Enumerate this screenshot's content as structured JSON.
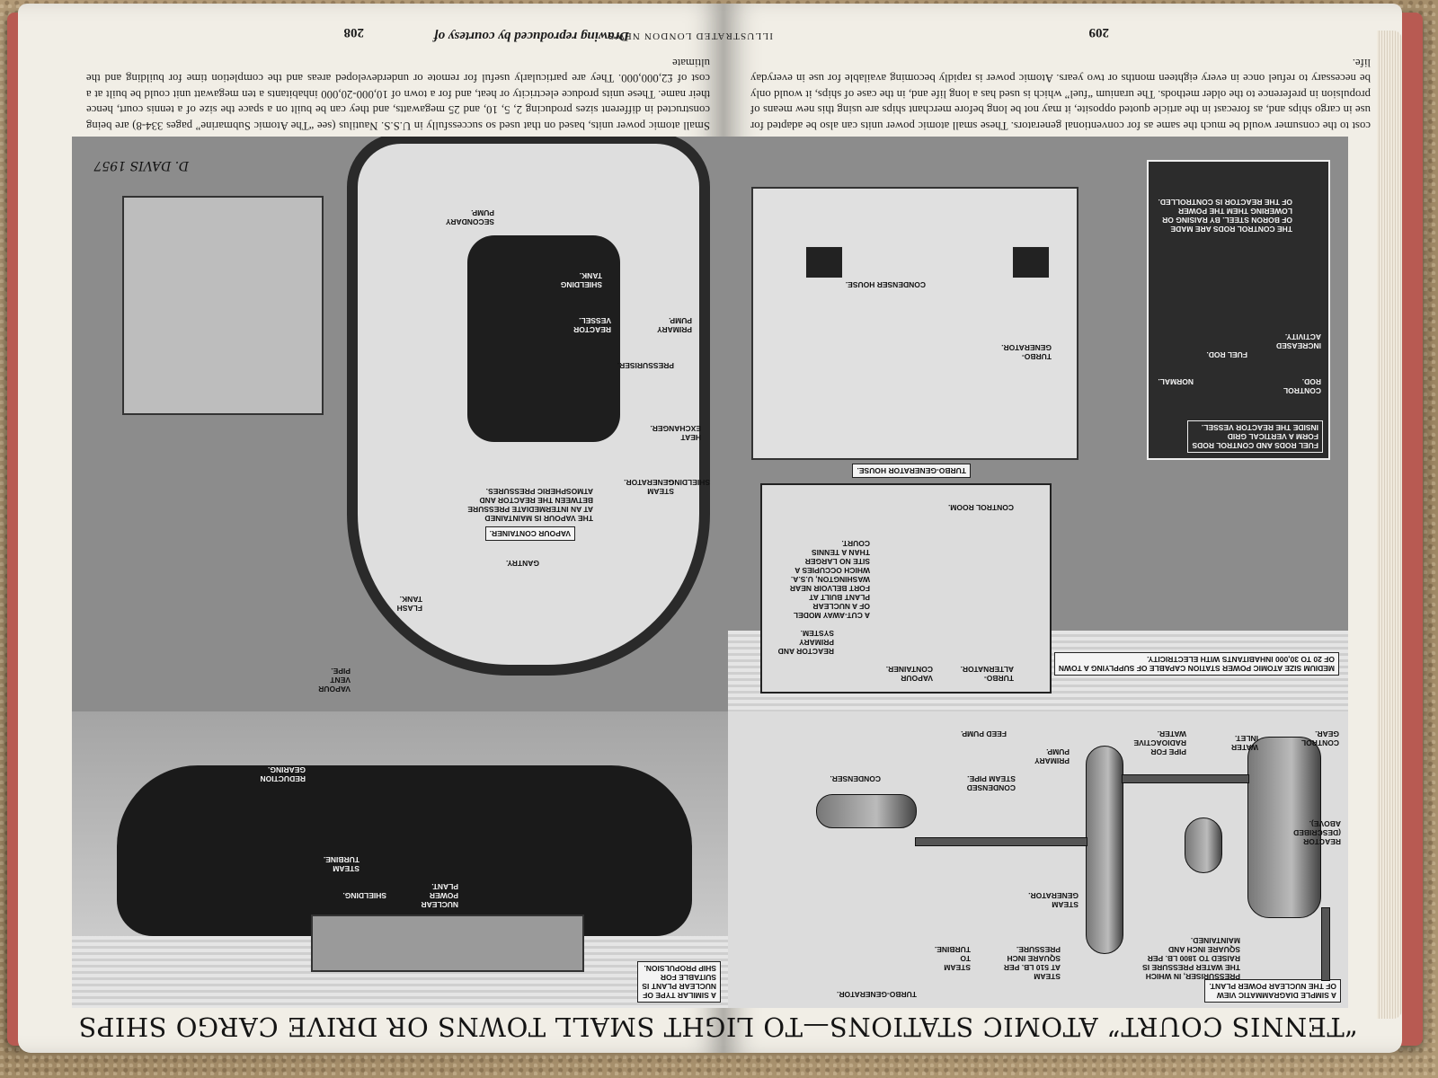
{
  "book": {
    "title_line": "“TENNIS COURT” ATOMIC STATIONS—TO LIGHT SMALL TOWNS OR DRIVE CARGO SHIPS",
    "page_left_number": "209",
    "page_right_number": "208",
    "running_head": "ILLUSTRATED LONDON NEWS",
    "credit": "Drawing reproduced by courtesy of"
  },
  "text": {
    "para_left": "cost to the consumer would be much the same as for conventional generators. These small atomic power units can also be adapted for use in cargo ships and, as forecast in the article quoted opposite, it may not be long before merchant ships are using this new means of propulsion in preference to the older methods. The uranium “fuel” which is used has a long life and, in the case of ships, it would only be necessary to refuel once in every eighteen months or two years. Atomic power is rapidly becoming available for use in everyday life.",
    "para_right": "Small atomic power units, based on that used so successfully in U.S.S. Nautilus (see “The Atomic Submarine” pages 334-8) are being constructed in different sizes producing 2, 5, 10, and 25 megawatts, and they can be built on a space the size of a tennis court, hence their name. These units produce electricity or heat, and for a town of 10,000-20,000 inhabitants a ten megawatt unit could be built at a cost of £2,000,000. They are particularly useful for remote or underdeveloped areas and the completion time for building and the ultimate"
  },
  "labels": {
    "ship_propulsion": "A SIMILAR TYPE OF\nNUCLEAR PLANT IS\nSUITABLE FOR\nSHIP PROPULSION.",
    "nuclear_power_plant": "NUCLEAR\nPOWER\nPLANT.",
    "steam_turbine": "STEAM\nTURBINE.",
    "shielding_ship": "SHIELDING.",
    "reduction_gearing": "REDUCTION\nGEARING.",
    "vapour_vent_pipe": "VAPOUR\nVENT\nPIPE.",
    "flash_tank": "FLASH\nTANK.",
    "gantry": "GANTRY.",
    "vapour_container": "VAPOUR CONTAINER.",
    "vapour_container_desc": "THE VAPOUR IS MAINTAINED\nAT AN INTERMEDIATE PRESSURE\nBETWEEN THE REACTOR AND\nATMOSPHERIC PRESSURES.",
    "steam_generator": "STEAM\nGENERATOR.",
    "heat_exchanger": "HEAT\nEXCHANGER.",
    "pressuriser": "PRESSURISER.",
    "reactor_vessel": "REACTOR\nVESSEL.",
    "shielding_tank": "SHIELDING\nTANK.",
    "primary_pump": "PRIMARY\nPUMP.",
    "secondary_pump": "SECONDARY\nPUMP.",
    "shielding": "SHIELDING.",
    "diagram_title": "A SIMPLE DIAGRAMMATIC VIEW\nOF THE NUCLEAR POWER PLANT.",
    "pressuriser_note": "PRESSURISER, IN WHICH\nTHE WATER PRESSURE IS\nRAISED TO 1800 LB. PER\nSQUARE INCH AND\nMAINTAINED.",
    "steam_510": "STEAM\nAT 510 LB. PER\nSQUARE INCH\nPRESSURE.",
    "steam_to_turbine": "STEAM\nTO\nTURBINE.",
    "turbo_generator_diag": "TURBO-GENERATOR.",
    "condenser": "CONDENSER.",
    "condensed_steam_pipe": "CONDENSED\nSTEAM PIPE.",
    "feed_pump": "FEED PUMP.",
    "steam_generator_diag": "STEAM\nGENERATOR.",
    "primary_pump_diag": "PRIMARY\nPUMP.",
    "pipe_for_radioactive": "PIPE FOR\nRADIOACTIVE\nWATER.",
    "water_inlet": "WATER\nINLET.",
    "control_gear": "CONTROL\nGEAR.",
    "reactor_label": "REACTOR\n(DESCRIBED\nABOVE).",
    "medium_size": "MEDIUM SIZE ATOMIC POWER STATION CAPABLE OF SUPPLYING A TOWN\nOF 20 TO 30,000 INHABITANTS WITH ELECTRICITY.",
    "cutaway_model": "A CUT-AWAY MODEL\nOF A NUCLEAR\nPLANT BUILT AT\nFORT BELVOIR NEAR\nWASHINGTON, U.S.A.\nWHICH OCCUPIES A\nSITE NO LARGER\nTHAN A TENNIS\nCOURT.",
    "reactor_primary": "REACTOR AND\nPRIMARY\nSYSTEM.",
    "vapour_container_model": "VAPOUR\nCONTAINER.",
    "turbo_alternator": "TURBO-\nALTERNATOR.",
    "control_room": "CONTROL ROOM.",
    "turbo_generator_house": "TURBO-GENERATOR HOUSE.",
    "turbo_generator": "TURBO-\nGENERATOR.",
    "condenser_house": "CONDENSER HOUSE.",
    "fuel_rods": "FUEL RODS AND CONTROL RODS\nFORM A VERTICAL GRID\nINSIDE THE REACTOR VESSEL.",
    "control_rods_note": "THE CONTROL RODS ARE MADE\nOF BORON STEEL. BY RAISING OR\nLOWERING THEM THE POWER\nOF THE REACTOR IS CONTROLLED.",
    "normal": "NORMAL.",
    "fuel_rod": "FUEL ROD.",
    "increased_activity": "INCREASED\nACTIVITY.",
    "control_rod": "CONTROL\nROD.",
    "signature": "D. DAVIS 1957"
  },
  "colors": {
    "cover": "#b85a52",
    "paper": "#f1eee6",
    "ink": "#141414"
  }
}
